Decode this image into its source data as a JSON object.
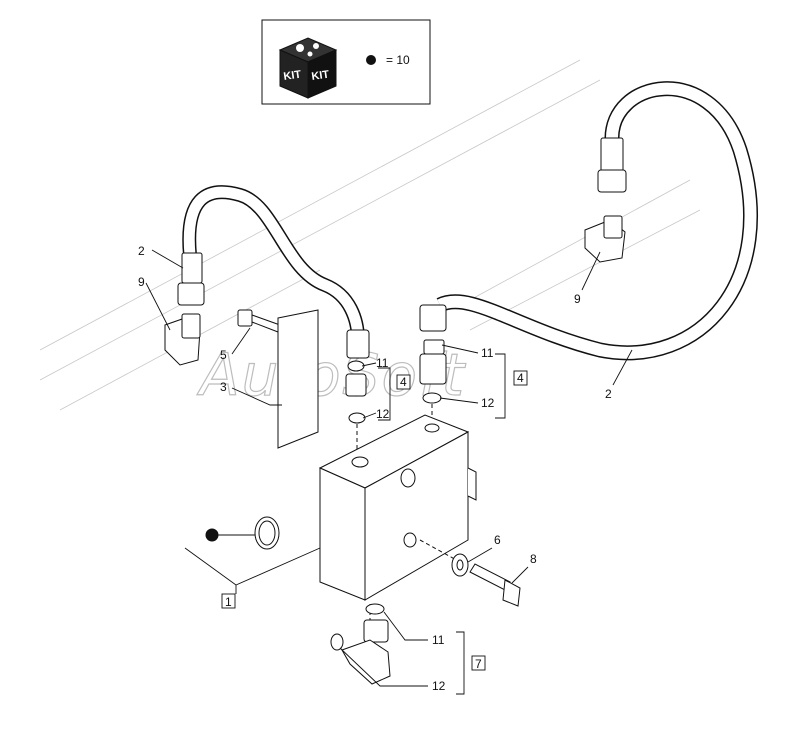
{
  "kit_box": {
    "kit_label_left": "KIT",
    "kit_label_right": "KIT",
    "equals_text": "= 10"
  },
  "watermark": "AutoSoft",
  "callouts": [
    {
      "id": "c2a",
      "text": "2"
    },
    {
      "id": "c9a",
      "text": "9"
    },
    {
      "id": "c5",
      "text": "5"
    },
    {
      "id": "c3",
      "text": "3"
    },
    {
      "id": "c11a",
      "text": "11"
    },
    {
      "id": "c12a",
      "text": "12"
    },
    {
      "id": "c4a",
      "text": "4"
    },
    {
      "id": "c11b",
      "text": "11"
    },
    {
      "id": "c4b",
      "text": "4"
    },
    {
      "id": "c12b",
      "text": "12"
    },
    {
      "id": "c9b",
      "text": "9"
    },
    {
      "id": "c2b",
      "text": "2"
    },
    {
      "id": "c6",
      "text": "6"
    },
    {
      "id": "c8",
      "text": "8"
    },
    {
      "id": "c1",
      "text": "1"
    },
    {
      "id": "c11c",
      "text": "11"
    },
    {
      "id": "c7",
      "text": "7"
    },
    {
      "id": "c12c",
      "text": "12"
    }
  ],
  "colors": {
    "line": "#111111",
    "watermark": "#bdbdbd",
    "kit_icon": "#222222"
  }
}
